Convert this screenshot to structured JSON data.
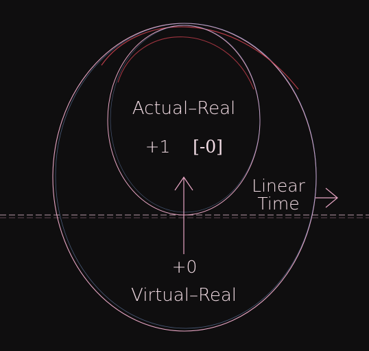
{
  "diagram": {
    "top_label": "Actual–Real",
    "top_value_left": "+1",
    "top_value_right": "[-0]",
    "center_value": "+0",
    "bottom_label": "Virtual–Real",
    "axis_label_line1": "Linear",
    "axis_label_line2": "Time"
  },
  "colors": {
    "background": "#0f0e0f",
    "text": "#f2dce4",
    "stroke_pink": "#e8a6c4",
    "stroke_red": "#c8404e",
    "stroke_blue": "#7a9cd6",
    "axis_dash": "#d7b3c3"
  }
}
